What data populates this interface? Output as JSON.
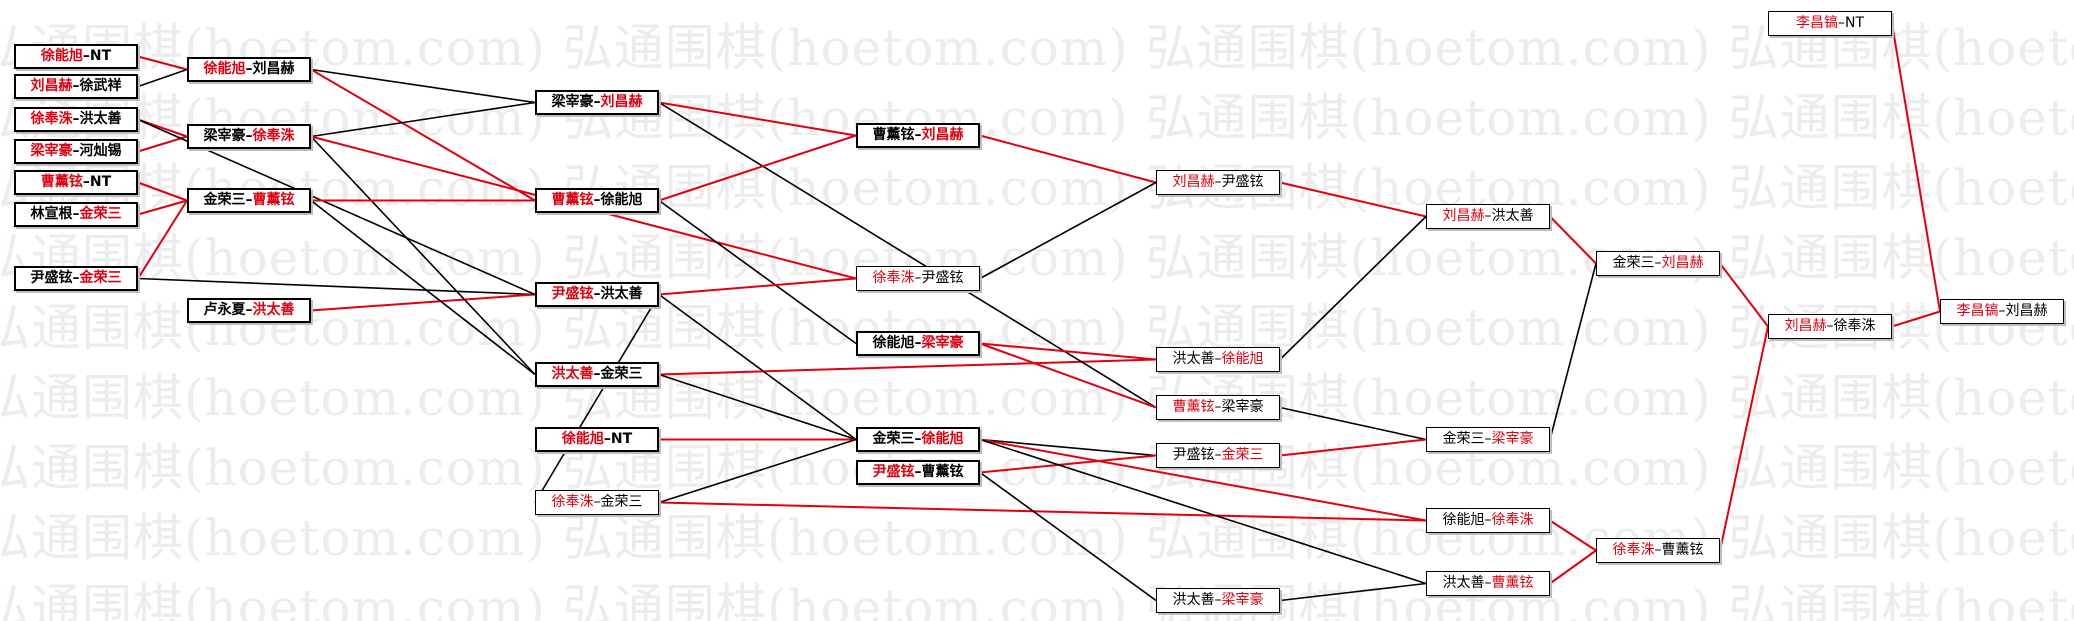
{
  "watermark": {
    "text": "弘通围棋(hoetom.com)"
  },
  "colors": {
    "win": "#e1000f",
    "loss": "#000000",
    "text": "#000000"
  },
  "nodes": [
    {
      "id": "n1",
      "a": "徐能旭",
      "b": "NT",
      "winner": "a"
    },
    {
      "id": "n2",
      "a": "刘昌赫",
      "b": "徐武祥",
      "winner": "a"
    },
    {
      "id": "n3",
      "a": "徐奉洙",
      "b": "洪太善",
      "winner": "a"
    },
    {
      "id": "n4",
      "a": "梁宰豪",
      "b": "河灿锡",
      "winner": "a"
    },
    {
      "id": "n5",
      "a": "曹薰铉",
      "b": "NT",
      "winner": "a"
    },
    {
      "id": "n6",
      "a": "林宣根",
      "b": "金荣三",
      "winner": "b"
    },
    {
      "id": "n7",
      "a": "尹盛铉",
      "b": "金荣三",
      "winner": "b"
    },
    {
      "id": "n8",
      "a": "徐能旭",
      "b": "刘昌赫",
      "winner": "a"
    },
    {
      "id": "n9",
      "a": "梁宰豪",
      "b": "徐奉洙",
      "winner": "b"
    },
    {
      "id": "n10",
      "a": "金荣三",
      "b": "曹薰铉",
      "winner": "b"
    },
    {
      "id": "n11",
      "a": "卢永夏",
      "b": "洪太善",
      "winner": "b"
    },
    {
      "id": "n12",
      "a": "梁宰豪",
      "b": "刘昌赫",
      "winner": "b"
    },
    {
      "id": "n13",
      "a": "曹薰铉",
      "b": "徐能旭",
      "winner": "a"
    },
    {
      "id": "n14",
      "a": "尹盛铉",
      "b": "洪太善",
      "winner": "a"
    },
    {
      "id": "n15",
      "a": "洪太善",
      "b": "金荣三",
      "winner": "a"
    },
    {
      "id": "n16",
      "a": "徐能旭",
      "b": "NT",
      "winner": "a"
    },
    {
      "id": "n17",
      "a": "徐奉洙",
      "b": "金荣三",
      "winner": "a"
    },
    {
      "id": "n18",
      "a": "曹薰铉",
      "b": "刘昌赫",
      "winner": "b"
    },
    {
      "id": "n19",
      "a": "徐奉洙",
      "b": "尹盛铉",
      "winner": "a"
    },
    {
      "id": "n20",
      "a": "徐能旭",
      "b": "梁宰豪",
      "winner": "b"
    },
    {
      "id": "n21",
      "a": "金荣三",
      "b": "徐能旭",
      "winner": "b"
    },
    {
      "id": "n22",
      "a": "尹盛铉",
      "b": "曹薰铉",
      "winner": "a"
    },
    {
      "id": "n23",
      "a": "刘昌赫",
      "b": "尹盛铉",
      "winner": "a"
    },
    {
      "id": "n24",
      "a": "洪太善",
      "b": "徐能旭",
      "winner": "b"
    },
    {
      "id": "n25",
      "a": "曹薰铉",
      "b": "梁宰豪",
      "winner": "a"
    },
    {
      "id": "n26",
      "a": "尹盛铉",
      "b": "金荣三",
      "winner": "b"
    },
    {
      "id": "n27",
      "a": "洪太善",
      "b": "梁宰豪",
      "winner": "b"
    },
    {
      "id": "n28",
      "a": "刘昌赫",
      "b": "洪太善",
      "winner": "a"
    },
    {
      "id": "n29",
      "a": "金荣三",
      "b": "梁宰豪",
      "winner": "b"
    },
    {
      "id": "n30",
      "a": "徐能旭",
      "b": "徐奉洙",
      "winner": "b"
    },
    {
      "id": "n31",
      "a": "洪太善",
      "b": "曹薰铉",
      "winner": "b"
    },
    {
      "id": "n32",
      "a": "金荣三",
      "b": "刘昌赫",
      "winner": "b"
    },
    {
      "id": "n33",
      "a": "徐奉洙",
      "b": "曹薰铉",
      "winner": "a"
    },
    {
      "id": "n34",
      "a": "刘昌赫",
      "b": "徐奉洙",
      "winner": "a"
    },
    {
      "id": "n35",
      "a": "李昌镐",
      "b": "NT",
      "winner": "a"
    },
    {
      "id": "n36",
      "a": "李昌镐",
      "b": "刘昌赫",
      "winner": "a"
    }
  ],
  "links": [
    [
      "n1",
      "n8",
      "win"
    ],
    [
      "n2",
      "n8",
      "loss"
    ],
    [
      "n3",
      "n9",
      "win"
    ],
    [
      "n4",
      "n9",
      "win"
    ],
    [
      "n5",
      "n10",
      "win"
    ],
    [
      "n6",
      "n10",
      "win"
    ],
    [
      "n7",
      "n10",
      "win"
    ],
    [
      "n7",
      "n14",
      "loss"
    ],
    [
      "n11",
      "n14",
      "win"
    ],
    [
      "n8",
      "n12",
      "loss"
    ],
    [
      "n8",
      "n13",
      "win"
    ],
    [
      "n9",
      "n12",
      "loss"
    ],
    [
      "n9",
      "n15",
      "loss"
    ],
    [
      "n3",
      "n14",
      "loss"
    ],
    [
      "n9",
      "n19",
      "win"
    ],
    [
      "n10",
      "n13",
      "win"
    ],
    [
      "n10",
      "n15",
      "loss"
    ],
    [
      "n14",
      "n17",
      "loss"
    ],
    [
      "n15",
      "n24",
      "win"
    ],
    [
      "n12",
      "n18",
      "win"
    ],
    [
      "n12",
      "n25",
      "loss"
    ],
    [
      "n13",
      "n18",
      "win"
    ],
    [
      "n13",
      "n20",
      "loss"
    ],
    [
      "n14",
      "n19",
      "win"
    ],
    [
      "n14",
      "n21",
      "loss"
    ],
    [
      "n15",
      "n21",
      "loss"
    ],
    [
      "n16",
      "n21",
      "win"
    ],
    [
      "n17",
      "n21",
      "loss"
    ],
    [
      "n17",
      "n30",
      "win"
    ],
    [
      "n18",
      "n23",
      "win"
    ],
    [
      "n19",
      "n23",
      "loss"
    ],
    [
      "n20",
      "n24",
      "win"
    ],
    [
      "n20",
      "n25",
      "win"
    ],
    [
      "n21",
      "n26",
      "loss"
    ],
    [
      "n22",
      "n26",
      "win"
    ],
    [
      "n21",
      "n30",
      "win"
    ],
    [
      "n22",
      "n27",
      "loss"
    ],
    [
      "n21",
      "n31",
      "loss"
    ],
    [
      "n23",
      "n28",
      "win"
    ],
    [
      "n24",
      "n28",
      "loss"
    ],
    [
      "n25",
      "n29",
      "loss"
    ],
    [
      "n26",
      "n29",
      "win"
    ],
    [
      "n27",
      "n31",
      "loss"
    ],
    [
      "n28",
      "n32",
      "win"
    ],
    [
      "n29",
      "n32",
      "loss"
    ],
    [
      "n30",
      "n33",
      "win"
    ],
    [
      "n31",
      "n33",
      "win"
    ],
    [
      "n32",
      "n34",
      "win"
    ],
    [
      "n33",
      "n34",
      "win"
    ],
    [
      "n34",
      "n36",
      "win"
    ],
    [
      "n35",
      "n36",
      "win"
    ]
  ]
}
